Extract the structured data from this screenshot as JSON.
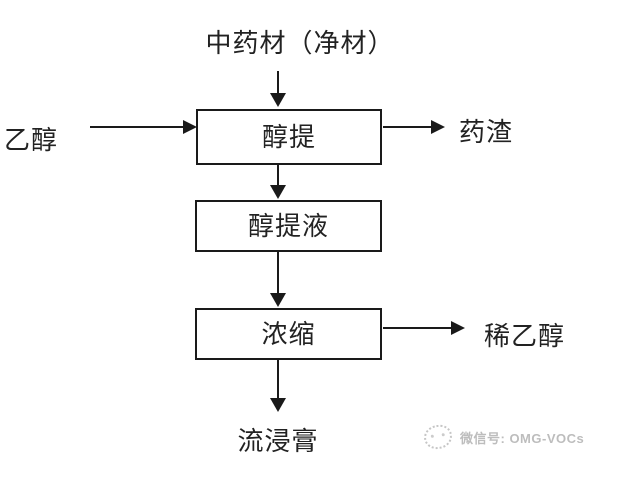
{
  "diagram": {
    "source_label": "中药材（净材）",
    "nodes": [
      {
        "id": "alcohol-extraction",
        "label": "醇提"
      },
      {
        "id": "alcohol-extract-liquid",
        "label": "醇提液"
      },
      {
        "id": "concentration",
        "label": "浓缩"
      }
    ],
    "side_labels": {
      "ethanol_in": "乙醇",
      "residue_out": "药渣",
      "dilute_ethanol_out": "稀乙醇",
      "final_product": "流浸膏"
    },
    "colors": {
      "line": "#1a1a1a",
      "text": "#222222",
      "background": "#ffffff",
      "watermark": "#bdbdbd"
    }
  },
  "watermark": {
    "label": "微信号: OMG-VOCs"
  }
}
